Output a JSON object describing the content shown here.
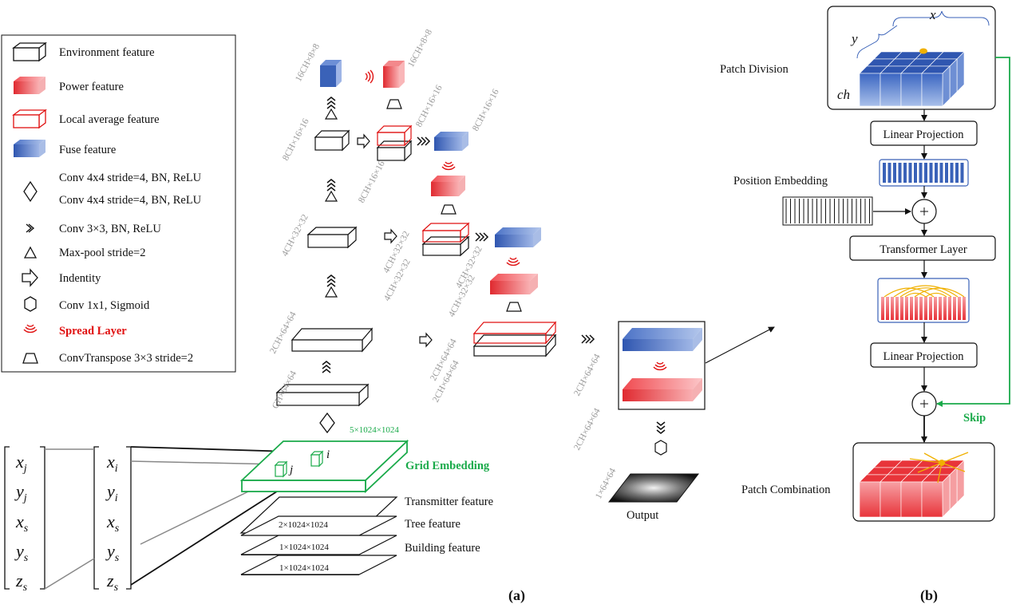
{
  "legend": {
    "environment": "Environment feature",
    "power": "Power feature",
    "local_average": "Local average feature",
    "fuse": "Fuse feature",
    "conv4x4_a": "Conv 4x4 stride=4, BN, ReLU",
    "conv4x4_b": "Conv 4x4  stride=4, BN, ReLU",
    "conv3x3": "Conv 3×3, BN, ReLU",
    "maxpool": "Max-pool stride=2",
    "identity": "Indentity",
    "conv1x1": "Conv 1x1, Sigmoid",
    "spread": "Spread Layer",
    "convtranspose": "ConvTranspose 3×3 stride=2"
  },
  "colors": {
    "blue": "#3a62b8",
    "red": "#e8343a",
    "green": "#1aaa4a",
    "spread": "#e01010"
  },
  "left_panel": {
    "dims": {
      "d16_a": "16CH×8×8",
      "d16_b": "16CH×8×8",
      "d8_a": "8CH×16×16",
      "d8_b": "8CH×16×16",
      "d8_c": "8CH×16×16",
      "d8_d": "8CH×16×16",
      "d4_a": "4CH×32×32",
      "d4_b": "4CH×32×32",
      "d4_c": "4CH×32×32",
      "d4_d": "4CH×32×32",
      "d4_e": "4CH×32×32",
      "d2_a": "2CH×64×64",
      "d2_b": "2CH×64×64",
      "d2_c": "2CH×64×64",
      "d2_d": "2CH×64×64",
      "d2_e": "2CH×64×64",
      "d1_a": "CH×64×64",
      "out_dim": "1×64×64"
    },
    "grid_dim": "5×1024×1024",
    "grid_embedding": "Grid Embedding",
    "transmitter": "Transmitter feature",
    "tree": "Tree feature",
    "building": "Building feature",
    "layer_dim_1": "2×1024×1024",
    "layer_dim_2": "1×1024×1024",
    "layer_dim_3": "1×1024×1024",
    "label_i": "i",
    "label_j": "j",
    "output": "Output",
    "caption": "(a)"
  },
  "vectors": {
    "vj": [
      "x",
      "y",
      "x",
      "y",
      "z"
    ],
    "vj_sub": [
      "j",
      "j",
      "s",
      "s",
      "s"
    ],
    "vi": [
      "x",
      "y",
      "x",
      "y",
      "z"
    ],
    "vi_sub": [
      "i",
      "i",
      "s",
      "s",
      "s"
    ]
  },
  "right_panel": {
    "patch_division": "Patch Division",
    "axis_x": "x",
    "axis_y": "y",
    "axis_ch": "ch",
    "linear_projection_1": "Linear Projection",
    "position_embedding": "Position Embedding",
    "transformer_layer": "Transformer Layer",
    "linear_projection_2": "Linear Projection",
    "skip": "Skip",
    "patch_combination": "Patch Combination",
    "caption": "(b)"
  }
}
